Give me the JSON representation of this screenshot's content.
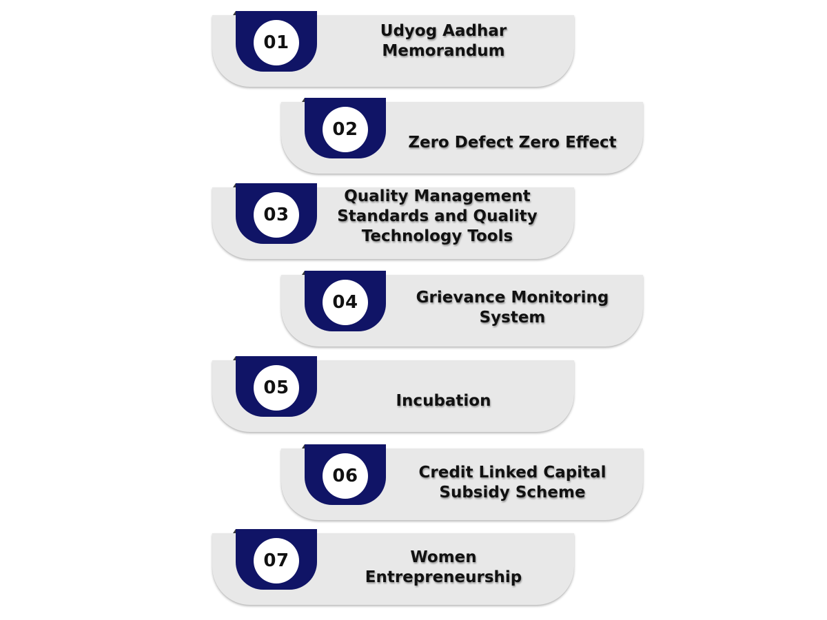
{
  "colors": {
    "card_background": "#e8e8e8",
    "tab_navy": "#101466",
    "number_circle": "#ffffff",
    "text": "#111111"
  },
  "steps": [
    {
      "number": "01",
      "label": "Udyog Aadhar\nMemorandum"
    },
    {
      "number": "02",
      "label": "Zero Defect Zero Effect"
    },
    {
      "number": "03",
      "label": "Quality Management\nStandards and Quality\nTechnology Tools"
    },
    {
      "number": "04",
      "label": "Grievance Monitoring\nSystem"
    },
    {
      "number": "05",
      "label": "Incubation"
    },
    {
      "number": "06",
      "label": "Credit Linked Capital\nSubsidy Scheme"
    },
    {
      "number": "07",
      "label": "Women\nEntrepreneurship"
    }
  ]
}
